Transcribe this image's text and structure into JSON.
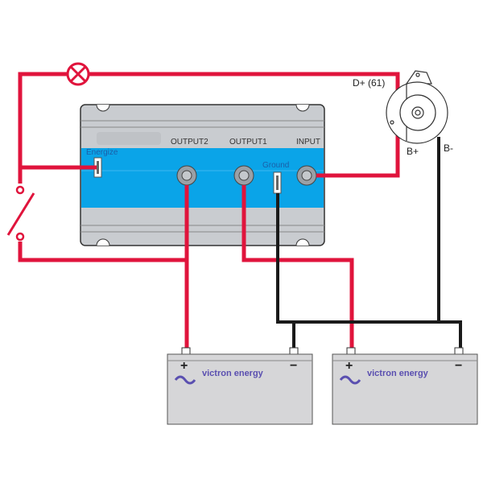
{
  "device": {
    "energize_label": "Energize",
    "output2_label": "OUTPUT2",
    "output1_label": "OUTPUT1",
    "input_label": "INPUT",
    "ground_label": "Ground"
  },
  "alternator": {
    "d_plus_label": "D+ (61)",
    "b_plus_label": "B+",
    "b_minus_label": "B-"
  },
  "batteries": [
    {
      "brand": "victron energy",
      "plus": "+",
      "minus": "−"
    },
    {
      "brand": "victron energy",
      "plus": "+",
      "minus": "−"
    }
  ],
  "colors": {
    "positive_wire": "#e0143c",
    "negative_wire": "#1a1a1a",
    "device_band": "#0aa4e8",
    "device_body": "#c9ccd0",
    "battery": "#d6d6d8",
    "brand": "#5a4fb0"
  }
}
